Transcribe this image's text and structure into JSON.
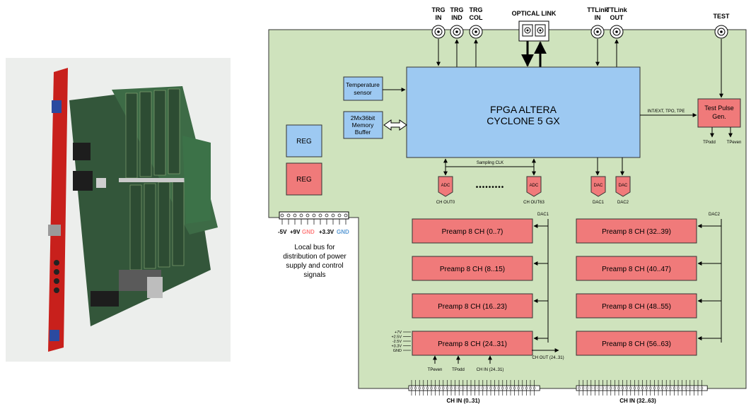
{
  "connectors": {
    "trg_in": "TRG\nIN",
    "trg_ind": "TRG\nIND",
    "trg_col": "TRG\nCOL",
    "optical": "OPTICAL LINK",
    "ttlink_in": "TTLink\nIN",
    "ttlink_out": "TTLink\nOUT",
    "test": "TEST"
  },
  "fpga": {
    "line1": "FPGA ALTERA",
    "line2": "CYCLONE 5 GX"
  },
  "temp_sensor": "Temperature\nsensor",
  "memory": "2Mx36bit\nMemory\nBuffer",
  "reg_blue": "REG",
  "reg_red": "REG",
  "test_pulse": "Test Pulse\nGen.",
  "int_ext_label": "INT/EXT, TPO, TPE",
  "tp_odd": "TPodd",
  "tp_even": "TPeven",
  "sampling_clk": "Sampling  CLK",
  "adc_label": "ADC",
  "dac_label": "DAC",
  "ch_out0": "CH OUT0",
  "ch_out63": "CH OUT63",
  "dac1": "DAC1",
  "dac2": "DAC2",
  "dots": "•••••••••",
  "power_labels": {
    "m5v": "-5V",
    "p9v": "+9V",
    "gnd1": "GND",
    "p33v": "+3.3V",
    "gnd2": "GND"
  },
  "local_bus": "Local bus for\ndistribution of power\nsupply and control\nsignals",
  "preamps_left": [
    "Preamp 8 CH (0..7)",
    "Preamp 8 CH (8..15)",
    "Preamp 8 CH (16..23)",
    "Preamp 8 CH (24..31)"
  ],
  "preamps_right": [
    "Preamp 8 CH (32..39)",
    "Preamp 8 CH (40..47)",
    "Preamp 8 CH (48..55)",
    "Preamp 8 CH (56..63)"
  ],
  "supply_labels": [
    "+7V",
    "+2.5V",
    "-2.5V",
    "+3.3V",
    "GND"
  ],
  "tp_even_bottom": "TPeven",
  "tp_odd_bottom": "TPodd",
  "ch_in_24_31": "CH IN (24..31)",
  "ch_out_24_31": "CH OUT (24..31)",
  "ch_in_left": "CH IN (0..31)",
  "ch_in_right": "CH IN (32..63)",
  "colors": {
    "board": "#cfe3bd",
    "fpga": "#9dc9f2",
    "red_block": "#f07a7a",
    "blue_block": "#9dc9f2",
    "gnd_red": "#ff7f7f",
    "gnd_blue": "#5b9bd5",
    "pcb_red": "#c8201c",
    "pcb_green": "#2f5530"
  }
}
